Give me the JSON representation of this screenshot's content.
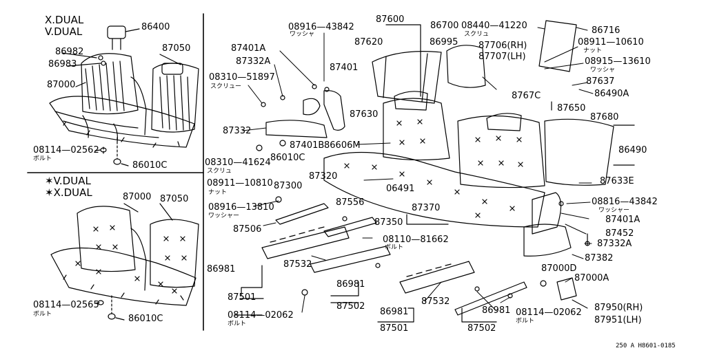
{
  "panels": {
    "top_left": {
      "line1": "X.DUAL",
      "line2": "V.DUAL"
    },
    "bottom_left": {
      "line1": "✶V.DUAL",
      "line2": "✶X.DUAL"
    }
  },
  "labels": {
    "p86400": "86400",
    "p87050a": "87050",
    "p86982": "86982",
    "p86983": "86983",
    "p87000a": "87000",
    "p08114_02562": "08114—02562",
    "p86010c_a": "86010C",
    "p87000b": "87000",
    "p87050b": "87050",
    "p08114_02565": "08114—02565",
    "p86010c_b": "86010C",
    "p08916_43842a": "08916—43842",
    "p87600": "87600",
    "p86700": "86700",
    "p08440_41220": "08440—41220",
    "p86716": "86716",
    "p87401a_a": "87401A",
    "p87620": "87620",
    "p86995": "86995",
    "p87706": "87706(RH)",
    "p87707": "87707(LH)",
    "p08911_10610": "08911—10610",
    "p87332a_a": "87332A",
    "p08915_13610": "08915—13610",
    "p08310_51897": "08310—51897",
    "p87401": "87401",
    "p87637": "87637",
    "p86490a": "86490A",
    "p87630": "87630",
    "p87670": "8767C",
    "p87650": "87650",
    "p87332": "87332",
    "p87680": "87680",
    "p87401b": "87401B",
    "p86606m": "86606M",
    "p86490": "86490",
    "p86010c_c": "86010C",
    "p08310_41624": "08310—41624",
    "p87320": "87320",
    "p87633e": "87633E",
    "p08911_10810": "08911—10810",
    "p87300": "87300",
    "p06491": "06491",
    "p08916_43842b": "08816—43842",
    "p08916_13810": "08916—13810",
    "p87556": "87556",
    "p87370": "87370",
    "p87401a_b": "87401A",
    "p87350": "87350",
    "p87506": "87506",
    "p87452": "87452",
    "p08110_81662": "08110—81662",
    "p87332a_b": "87332A",
    "p86981a": "86981",
    "p87382": "87382",
    "p87532a": "87532",
    "p87000d": "87000D",
    "p87000a2": "87000A",
    "p86981b": "86981",
    "p87501a": "87501",
    "p86981c": "86981",
    "p87532b": "87532",
    "p86981d": "86981",
    "p87950": "87950(RH)",
    "p08114_02062a": "08114—02062",
    "p87502a": "87502",
    "p08114_02062b": "08114—02062",
    "p87951": "87951(LH)",
    "p87501b": "87501",
    "p87502b": "87502"
  },
  "sublabels": {
    "washer_a": "ワッシャ",
    "screw_a": "スクリュ",
    "nut_a": "ナット",
    "washer_b": "ワッシャ",
    "screw_b": "スクリュー",
    "bolt_a": "ボルト",
    "screw_c": "スクリュ",
    "nut_b": "ナット",
    "washer_c": "ワッシャー",
    "washer_d": "ワッシャー",
    "bolt_b": "ボルト",
    "bolt_c": "ボルト",
    "bolt_d": "ボルト",
    "bolt_e": "ボルト"
  },
  "footer": {
    "ref": "250 A H8601-0185"
  }
}
